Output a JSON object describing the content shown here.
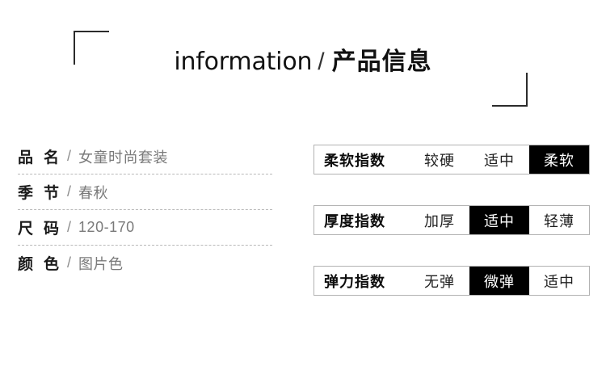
{
  "header": {
    "title_en": "information",
    "title_separator": "/",
    "title_cn": "产品信息"
  },
  "specs": {
    "rows": [
      {
        "label_part1": "品",
        "label_part2": "名",
        "separator": "/",
        "value": "女童时尚套装"
      },
      {
        "label_part1": "季",
        "label_part2": "节",
        "separator": "/",
        "value": "春秋"
      },
      {
        "label_part1": "尺",
        "label_part2": "码",
        "separator": "/",
        "value": "120-170"
      },
      {
        "label_part1": "颜",
        "label_part2": "色",
        "separator": "/",
        "value": "图片色"
      }
    ]
  },
  "indexes": {
    "bars": [
      {
        "name": "柔软指数",
        "options": [
          {
            "label": "较硬",
            "selected": false
          },
          {
            "label": "适中",
            "selected": false
          },
          {
            "label": "柔软",
            "selected": true
          }
        ]
      },
      {
        "name": "厚度指数",
        "options": [
          {
            "label": "加厚",
            "selected": false
          },
          {
            "label": "适中",
            "selected": true
          },
          {
            "label": "轻薄",
            "selected": false
          }
        ]
      },
      {
        "name": "弹力指数",
        "options": [
          {
            "label": "无弹",
            "selected": false
          },
          {
            "label": "微弹",
            "selected": true
          },
          {
            "label": "适中",
            "selected": false
          }
        ]
      }
    ]
  },
  "colors": {
    "background": "#ffffff",
    "text_primary": "#1a1a1a",
    "text_secondary": "#7a7a7a",
    "highlight_background": "#000000",
    "highlight_text": "#ffffff",
    "border": "#b2b2b2",
    "divider": "#b9b9b9",
    "bracket": "#2b2b2b"
  }
}
